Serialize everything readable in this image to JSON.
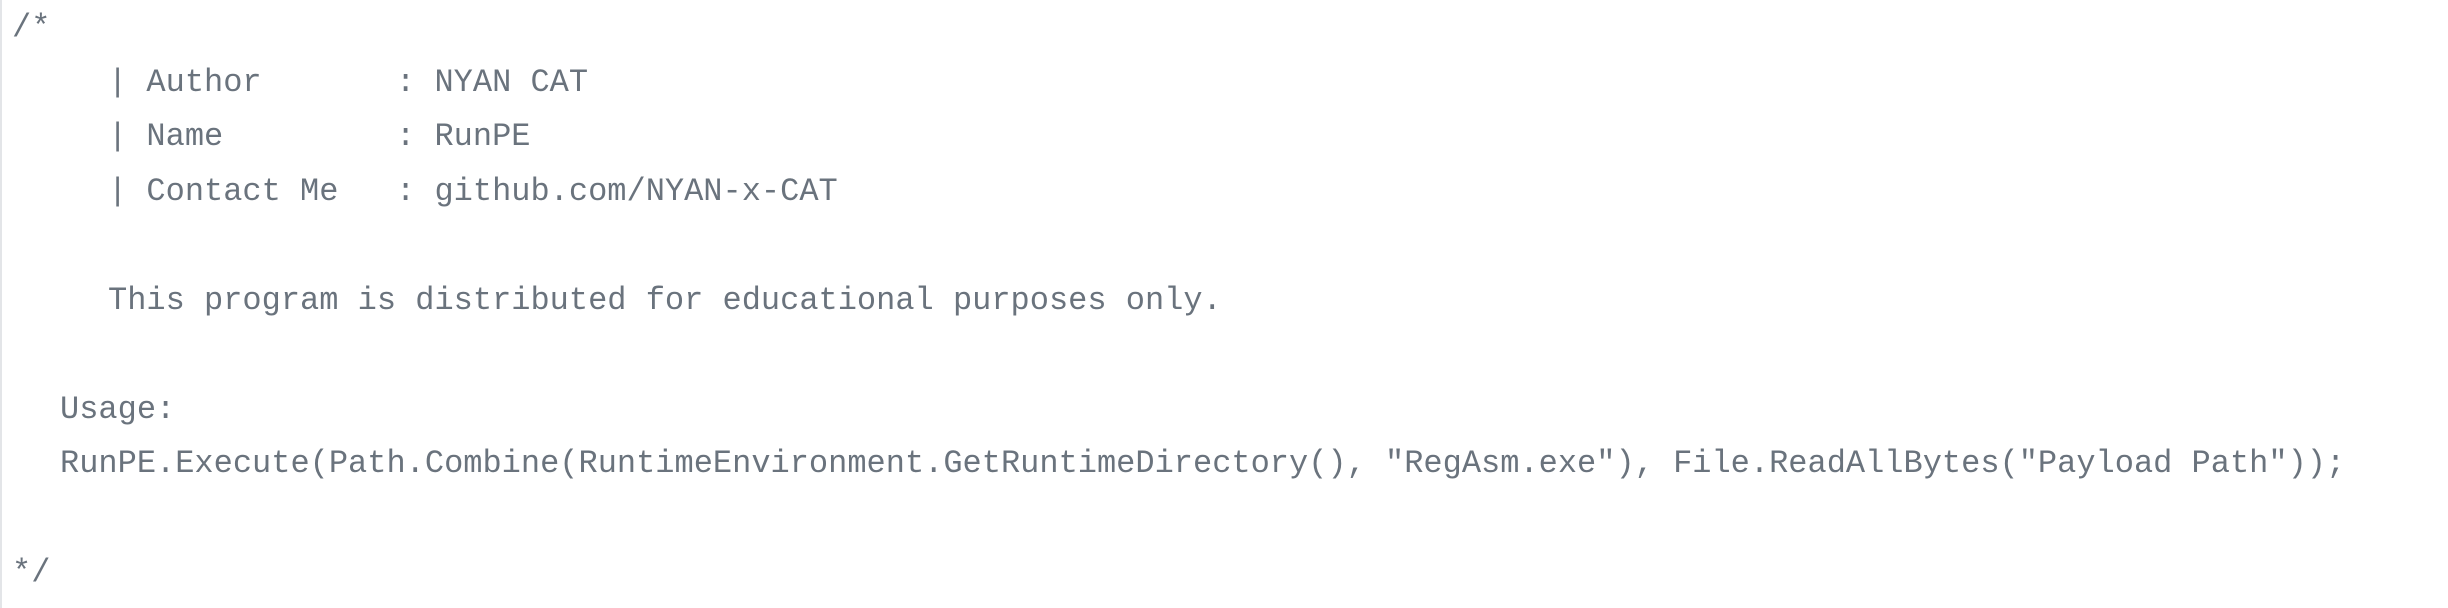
{
  "code_block": {
    "lines": [
      "/*",
      "    | Author       : NYAN CAT",
      "    | Name         : RunPE",
      "    | Contact Me   : github.com/NYAN-x-CAT",
      "",
      "    This program is distributed for educational purposes only.",
      "",
      "  Usage:",
      "  RunPE.Execute(Path.Combine(RuntimeEnvironment.GetRuntimeDirectory(), \"RegAsm.exe\"), File.ReadAllBytes(\"Payload Path\"));",
      "",
      "*/"
    ]
  },
  "colors": {
    "comment_text": "#6a737d",
    "background": "#ffffff"
  }
}
